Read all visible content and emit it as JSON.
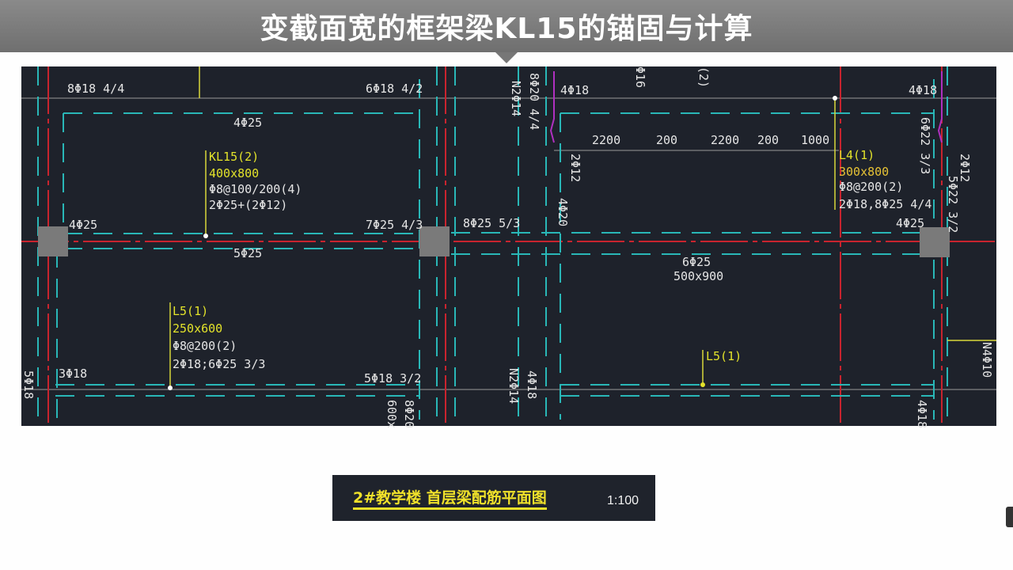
{
  "slide": {
    "title": "变截面宽的框架梁KL15的锚固与计算"
  },
  "drawing": {
    "colors": {
      "background": "#1e222b",
      "axis": "#c8242e",
      "beam": "#29b7b7",
      "label": "#e6e6e6",
      "annotation": "#e3e32a",
      "column": "#7a7a7a"
    },
    "labels": [
      "8Φ18 4/4",
      "6Φ18 4/2",
      "4Φ25",
      "KL15(2)",
      "400x800",
      "Φ8@100/200(4)",
      "2Φ25+(2Φ12)",
      "4Φ25",
      "7Φ25 4/3",
      "5Φ25",
      "L5(1)",
      "250x600",
      "Φ8@200(2)",
      "2Φ18;6Φ25 3/3",
      "3Φ18",
      "5Φ18 3/2",
      "5Φ18",
      "8Φ20",
      "600x",
      "8Φ20 4/4",
      "N2Φ14",
      "4Φ18",
      "Φ16",
      "(2)",
      "2200",
      "200",
      "2200",
      "200",
      "1000",
      "2Φ12",
      "L4(1)",
      "300x800",
      "Φ8@200(2)",
      "2Φ18,8Φ25 4/4",
      "4Φ18",
      "6Φ22 3/3",
      "2Φ12",
      "5Φ22 3/2",
      "4Φ20",
      "8Φ25 5/3",
      "4Φ25",
      "6Φ25",
      "500x900",
      "L5(1)",
      "4Φ18",
      "N2Φ14",
      "N4Φ10",
      "4Φ18"
    ]
  },
  "caption": {
    "title": "2#教学楼  首层梁配筋平面图",
    "scale": "1:100"
  }
}
